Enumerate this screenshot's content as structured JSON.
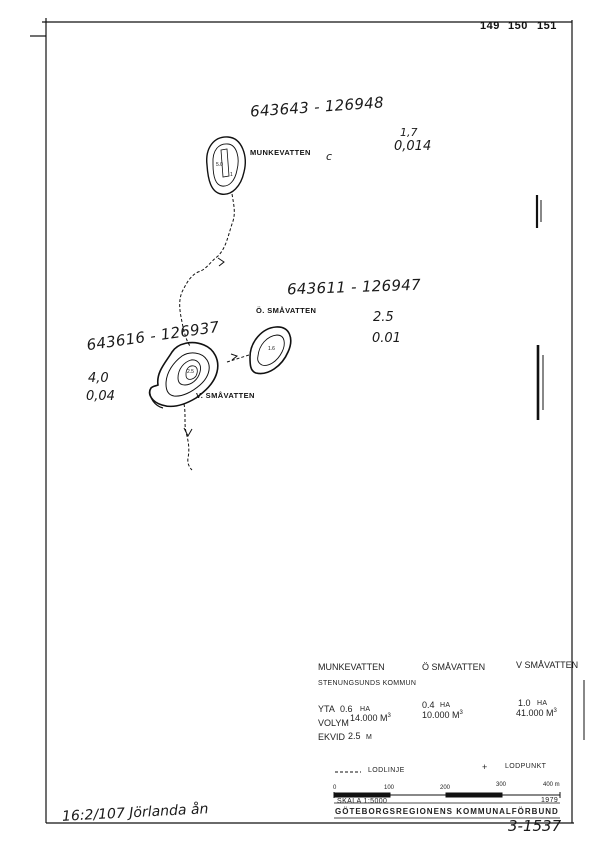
{
  "sheet_numbers": [
    "149",
    "150",
    "151"
  ],
  "handwritten": {
    "munkevatten_coord": "643643 - 126948",
    "munkevatten_values": [
      "1,7",
      "0,014"
    ],
    "mark_c": "c",
    "o_smavatten_coord": "643611 - 126947",
    "o_smavatten_values": [
      "2.5",
      "0.01"
    ],
    "v_smavatten_coord": "643616 - 126937",
    "v_smavatten_values": [
      "4,0",
      "0,04"
    ],
    "bottom_left": "16:2/107 Jörlanda ån",
    "bottom_right": "3-1537"
  },
  "lakes": {
    "munkevatten": {
      "label": "MUNKEVATTEN",
      "depths": [
        "5.0",
        "1"
      ]
    },
    "o_smavatten": {
      "label": "Ö. SMÅVATTEN",
      "depths": [
        "1.6"
      ]
    },
    "v_smavatten": {
      "label": "V. SMÅVATTEN",
      "depths": [
        "2.5"
      ]
    }
  },
  "info_table": {
    "headers": [
      "MUNKEVATTEN",
      "Ö SMÅVATTEN",
      "V SMÅVATTEN"
    ],
    "municipality": "STENUNGSUNDS KOMMUN",
    "rows": [
      {
        "label": "YTA",
        "values": [
          "0.6",
          "0.4",
          "1.0"
        ],
        "unit": "HA"
      },
      {
        "label": "VOLYM",
        "values": [
          "14.000",
          "10.000",
          "41.000"
        ],
        "unit": "M",
        "unit_sup": "3"
      },
      {
        "label": "EKVID",
        "values": [
          "2.5"
        ],
        "unit": "M"
      }
    ]
  },
  "legend": {
    "line_label": "LODLINJE",
    "point_label": "LODPUNKT",
    "point_symbol": "+"
  },
  "scale": {
    "ticks": [
      "0",
      "100",
      "200",
      "300",
      "400 m"
    ],
    "label": "SKALA 1:5000",
    "year": "1979"
  },
  "organization": "GÖTEBORGSREGIONENS KOMMUNALFÖRBUND"
}
